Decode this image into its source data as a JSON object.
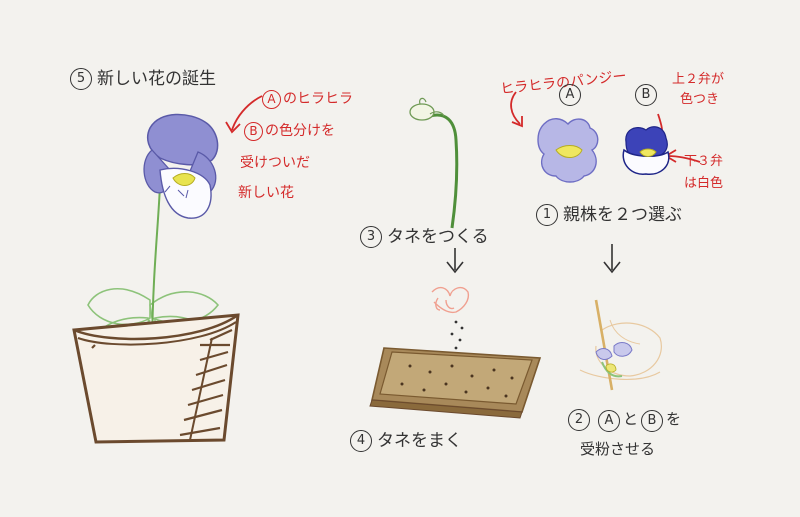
{
  "steps": {
    "s1": {
      "num": "1",
      "text": "親株を２つ選ぶ"
    },
    "s2": {
      "num": "2",
      "a": "A",
      "b": "B",
      "mid": "と",
      "end": "を",
      "line2": "受粉させる"
    },
    "s3": {
      "num": "3",
      "text": "タネをつくる"
    },
    "s4": {
      "num": "4",
      "text": "タネをまく"
    },
    "s5": {
      "num": "5",
      "text": "新しい花の誕生"
    }
  },
  "notes": {
    "hirahira_pansy": "ヒラヒラのパンジー",
    "label_a": "A",
    "label_b": "B",
    "b_upper_1": "上２弁が",
    "b_upper_2": "色つき",
    "b_lower_1": "下３弁",
    "b_lower_2": "は白色",
    "new_1_circ": "A",
    "new_1": "のヒラヒラ",
    "new_2_circ": "B",
    "new_2": "の色分けを",
    "new_3": "受けついだ",
    "new_4": "新しい花"
  },
  "colors": {
    "background": "#f3f2ee",
    "red_ink": "#d42a2a",
    "pot_brown": "#6b4a2e",
    "petal_purple": "#8e8dd0",
    "stem_green": "#4f8f3a",
    "soil": "#b39565"
  }
}
